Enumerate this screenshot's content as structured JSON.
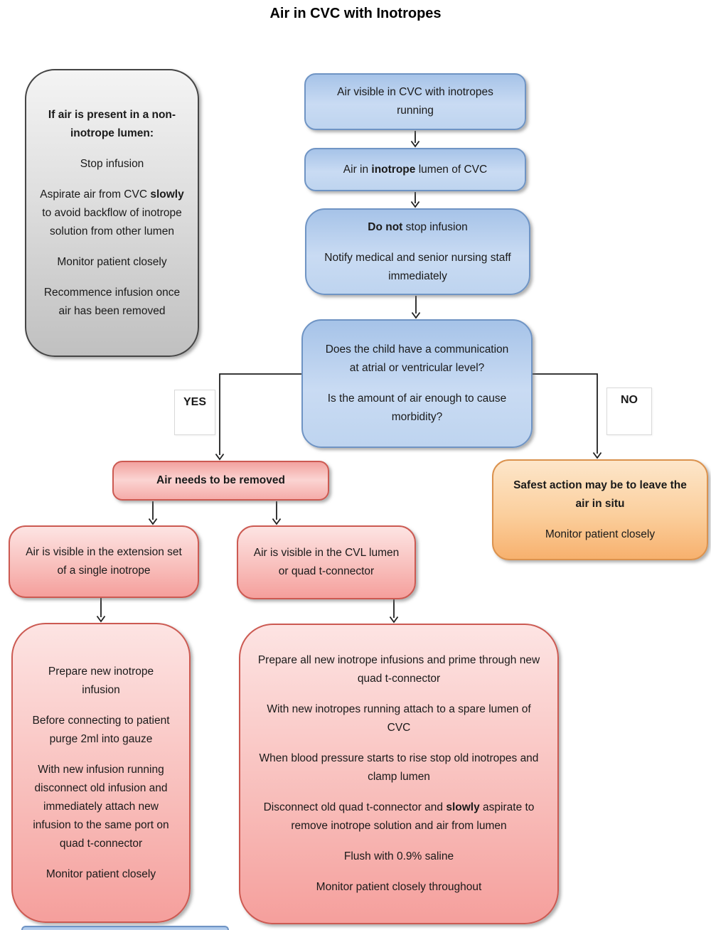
{
  "title": "Air in CVC with Inotropes",
  "colors": {
    "blue_fill_top": "#a6c3e8",
    "blue_fill_bottom": "#c9dbf3",
    "blue_border": "#6f94c4",
    "gray_fill_top": "#f4f4f4",
    "gray_fill_bottom": "#c0c0c0",
    "gray_border": "#454545",
    "pink_fill_top": "#fde4e3",
    "pink_fill_bottom": "#f59f9c",
    "pink_border": "#cc5a52",
    "orange_fill_top": "#fde6ca",
    "orange_fill_bottom": "#f7b16e",
    "orange_border": "#db924e",
    "arrow": "#1f1f1f",
    "text": "#1a1a1a"
  },
  "branch_labels": {
    "yes": "YES",
    "no": "NO"
  },
  "boxes": {
    "side_note": {
      "paragraphs": [
        [
          {
            "t": "If air is present in a non-inotrope lumen:",
            "b": true
          }
        ],
        [
          {
            "t": "Stop infusion"
          }
        ],
        [
          {
            "t": "Aspirate air from CVC "
          },
          {
            "t": "slowly",
            "b": true
          },
          {
            "t": " to avoid backflow of inotrope solution from other lumen"
          }
        ],
        [
          {
            "t": "Monitor patient closely"
          }
        ],
        [
          {
            "t": "Recommence infusion once air has been removed"
          }
        ]
      ]
    },
    "start": {
      "paragraphs": [
        [
          {
            "t": "Air visible in CVC with inotropes running"
          }
        ]
      ]
    },
    "inotrope_lumen": {
      "paragraphs": [
        [
          {
            "t": "Air in "
          },
          {
            "t": "inotrope",
            "b": true
          },
          {
            "t": " lumen of CVC"
          }
        ]
      ]
    },
    "do_not_stop": {
      "paragraphs": [
        [
          {
            "t": "Do not",
            "b": true
          },
          {
            "t": " stop infusion"
          }
        ],
        [
          {
            "t": "Notify medical and senior nursing staff immediately"
          }
        ]
      ]
    },
    "decision": {
      "paragraphs": [
        [
          {
            "t": "Does the child have a communication at atrial or ventricular level?"
          }
        ],
        [
          {
            "t": "Is the amount of air enough to cause morbidity?"
          }
        ]
      ]
    },
    "air_removed": {
      "paragraphs": [
        [
          {
            "t": "Air needs to be removed",
            "b": true
          }
        ]
      ]
    },
    "leave_in_situ": {
      "paragraphs": [
        [
          {
            "t": "Safest action may be to leave the air in situ",
            "b": true
          }
        ],
        [
          {
            "t": "Monitor patient closely"
          }
        ]
      ]
    },
    "extension_set": {
      "paragraphs": [
        [
          {
            "t": "Air is visible in the extension set of a single inotrope"
          }
        ]
      ]
    },
    "cvl_lumen": {
      "paragraphs": [
        [
          {
            "t": "Air is visible in the CVL lumen or quad t-connector"
          }
        ]
      ]
    },
    "single_inotrope_procedure": {
      "paragraphs": [
        [
          {
            "t": "Prepare new inotrope infusion"
          }
        ],
        [
          {
            "t": "Before connecting to patient purge 2ml into gauze"
          }
        ],
        [
          {
            "t": "With new infusion running disconnect old infusion and immediately attach new infusion to the same port on quad t-connector"
          }
        ],
        [
          {
            "t": "Monitor patient closely"
          }
        ]
      ]
    },
    "quad_connector_procedure": {
      "paragraphs": [
        [
          {
            "t": "Prepare all new inotrope infusions and prime through new quad t-connector"
          }
        ],
        [
          {
            "t": "With new inotropes running attach to a spare lumen of CVC"
          }
        ],
        [
          {
            "t": "When blood pressure starts to rise stop old inotropes and clamp lumen"
          }
        ],
        [
          {
            "t": "Disconnect old quad t-connector and "
          },
          {
            "t": "slowly",
            "b": true
          },
          {
            "t": " aspirate to remove inotrope solution and air from lumen"
          }
        ],
        [
          {
            "t": "Flush with 0.9% saline"
          }
        ],
        [
          {
            "t": "Monitor patient closely throughout"
          }
        ]
      ]
    }
  }
}
